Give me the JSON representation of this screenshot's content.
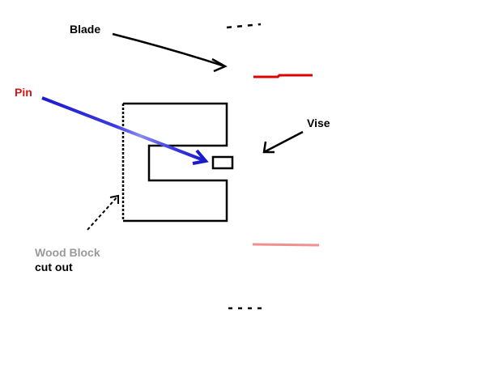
{
  "labels": {
    "blade": "Blade",
    "pin": "Pin",
    "vise": "Vise",
    "wood_block_line1": "Wood Block",
    "wood_block_line2": "cut out"
  },
  "colors": {
    "background": "#ffffff",
    "ink": "#000000",
    "pin": "#1a1acc",
    "pin_label": "#cc1a1a",
    "vise": "#dd0000",
    "vise_faded": "#f09090",
    "wood_block_label": "#9a9a9a",
    "faded_blade": "#a8a8a8"
  }
}
